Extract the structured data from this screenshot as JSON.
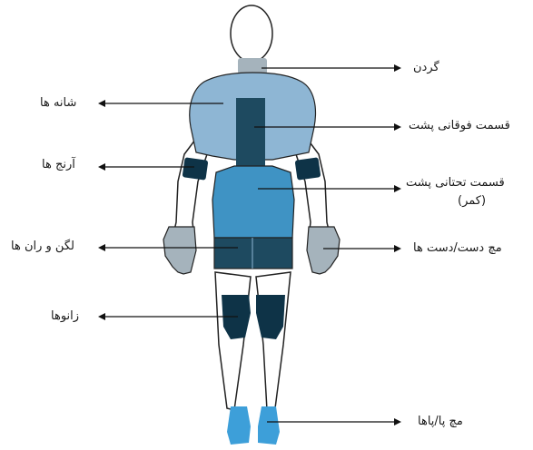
{
  "labels": {
    "neck": "گردن",
    "shoulders": "شانه ها",
    "upper_back": "قسمت فوقانی پشت",
    "elbows": "آرنج ها",
    "lower_back": "قسمت تحتانی پشت",
    "lower_back_note": "(کمر)",
    "wrists_hands": "مچ دست/دست ها",
    "hips_thighs": "لگن و ران ها",
    "knees": "زانوها",
    "ankles_feet": "مچ پا/پاها"
  },
  "colors": {
    "light_blue": "#8eb6d4",
    "mid_blue": "#3f93c4",
    "dark_blue": "#1e4a60",
    "navy": "#0e3347",
    "grey": "#a5b3bc",
    "bright_blue": "#3d9fd9",
    "outline": "#222222",
    "arrow": "#111111"
  }
}
